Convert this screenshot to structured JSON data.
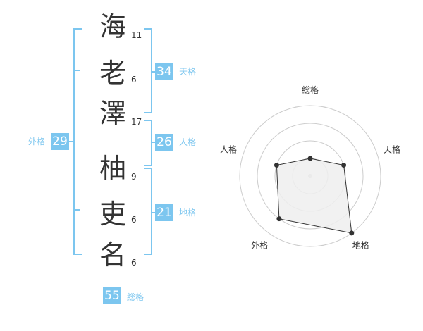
{
  "name_chars": [
    {
      "char": "海",
      "strokes": "11"
    },
    {
      "char": "老",
      "strokes": "6"
    },
    {
      "char": "澤",
      "strokes": "17"
    },
    {
      "char": "柚",
      "strokes": "9"
    },
    {
      "char": "吏",
      "strokes": "6"
    },
    {
      "char": "名",
      "strokes": "6"
    }
  ],
  "scores": {
    "tenkaku": {
      "label": "天格",
      "value": "34"
    },
    "jinkaku": {
      "label": "人格",
      "value": "26"
    },
    "chikaku": {
      "label": "地格",
      "value": "21"
    },
    "gaikaku": {
      "label": "外格",
      "value": "29"
    },
    "soukaku": {
      "label": "総格",
      "value": "55"
    }
  },
  "colors": {
    "accent": "#7cc6ef",
    "text": "#333333",
    "grid": "#cccccc",
    "fill": "#eeeeee"
  },
  "chart_data": {
    "type": "radar",
    "axes": [
      "総格",
      "天格",
      "地格",
      "外格",
      "人格"
    ],
    "levels": 4,
    "max": 4,
    "values": [
      1,
      2,
      4,
      3,
      2
    ]
  }
}
